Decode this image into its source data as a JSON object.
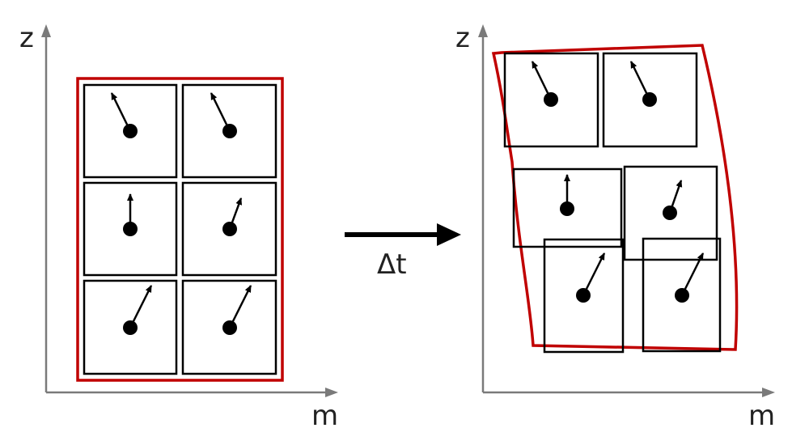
{
  "before_panel": {
    "z_axis_label": "z",
    "m_axis_label": "m"
  },
  "after_panel": {
    "z_axis_label": "z",
    "m_axis_label": "m"
  },
  "transition": {
    "label": "Δt"
  },
  "colors": {
    "region": "#c00000",
    "axis": "#7a7a7a",
    "cell": "#000000"
  }
}
